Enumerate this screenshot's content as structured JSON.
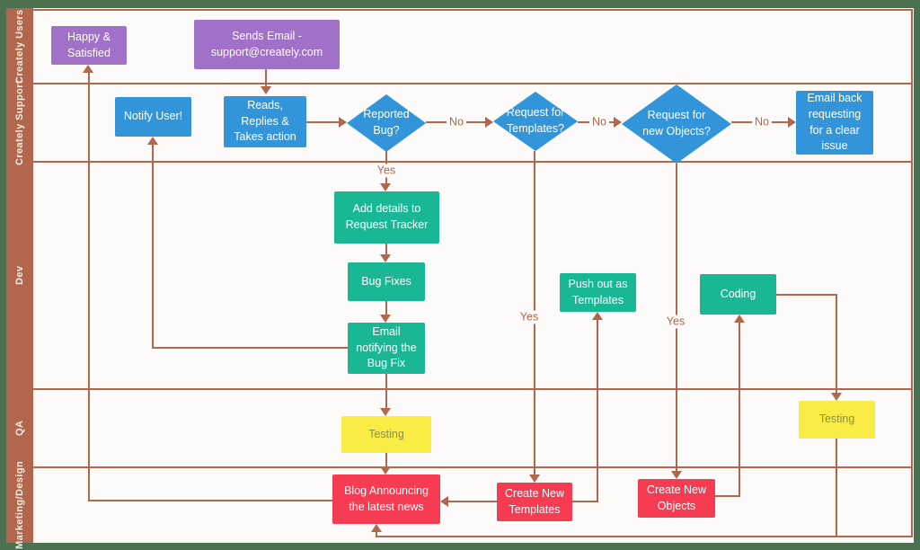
{
  "colors": {
    "frame": "#4c7150",
    "line": "#b2664b",
    "canvas": "#fcfbfa",
    "purple": "#a170c8",
    "blue": "#3295da",
    "teal": "#1ab795",
    "yellow": "#f8ec45",
    "yellow-text": "#8d8f45",
    "red": "#f53c53",
    "lane-text": "#f3ece3"
  },
  "lanes": {
    "users": "Creately Users",
    "support": "Creately Support",
    "dev": "Dev",
    "qa": "QA",
    "marketing": "Marketing/Design"
  },
  "nodes": {
    "happy": "Happy &\nSatisfied",
    "sends_email": "Sends Email -\nsupport@creately.com",
    "notify_user": "Notify User!",
    "reads_replies": "Reads,\nReplies &\nTakes action",
    "reported_bug": "Reported\nBug?",
    "request_templates": "Request for\nTemplates?",
    "request_objects": "Request for\nnew Objects?",
    "email_back": "Email back\nrequesting\nfor a clear\nissue",
    "add_details": "Add details to\nRequest Tracker",
    "bug_fixes": "Bug Fixes",
    "email_notifying": "Email\nnotifying the\nBug Fix",
    "push_out": "Push out as\nTemplates",
    "coding": "Coding",
    "testing_dev": "Testing",
    "testing_objects": "Testing",
    "blog": "Blog Announcing\nthe latest news",
    "create_templates": "Create New\nTemplates",
    "create_objects": "Create New\nObjects"
  },
  "edge_labels": {
    "no_bug": "No",
    "no_templates": "No",
    "no_objects": "No",
    "yes_bug": "Yes",
    "yes_templates": "Yes",
    "yes_objects": "Yes"
  }
}
